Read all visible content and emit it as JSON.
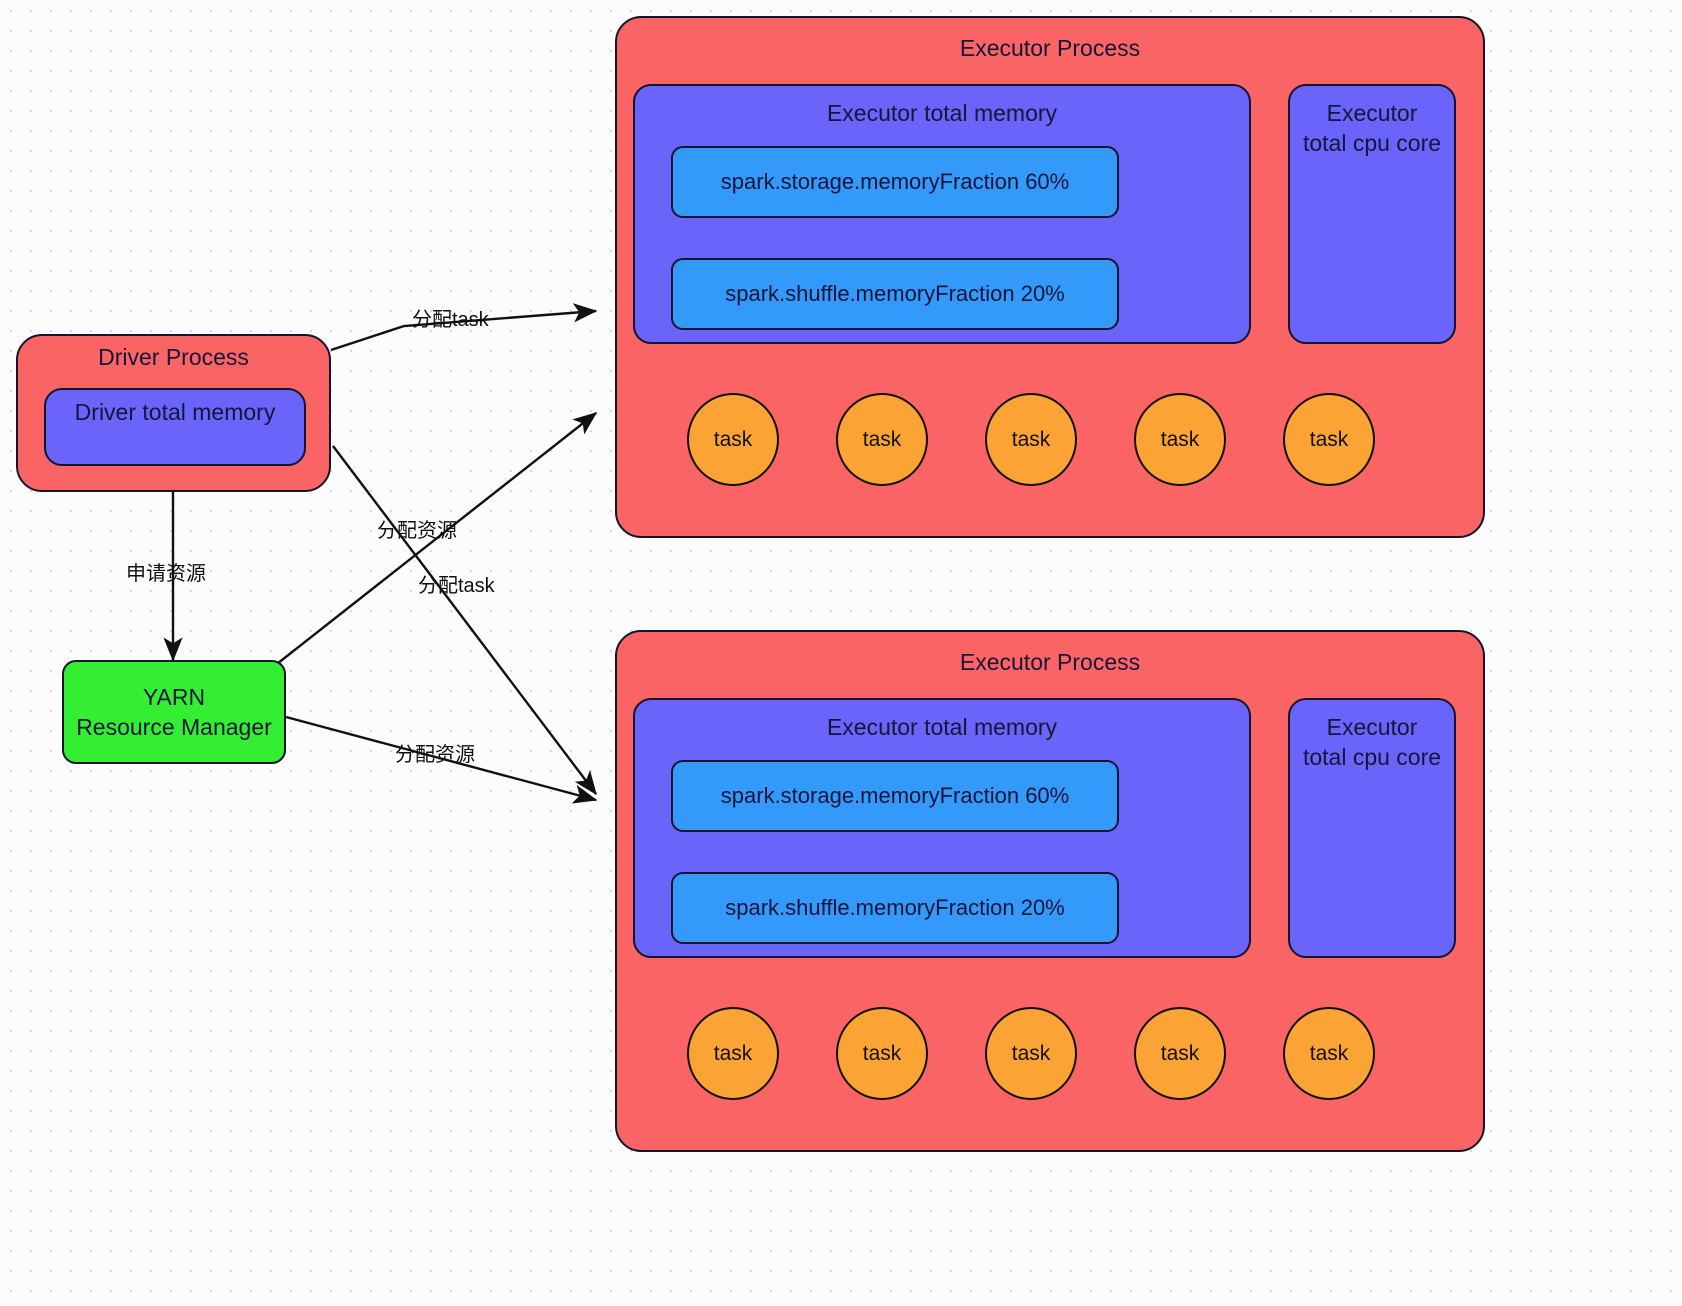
{
  "diagram": {
    "title": "Spark on YARN resource and task allocation",
    "colors": {
      "process_red": "#fa6464",
      "memory_purple": "#6a64fa",
      "fraction_blue": "#3399fb",
      "yarn_green": "#33ee33",
      "task_orange": "#fba334",
      "stroke": "#14142d",
      "background": "#fcfcfc"
    }
  },
  "driver": {
    "title": "Driver Process",
    "memory_box": "Driver total memory"
  },
  "yarn": {
    "label": "YARN\nResource Manager"
  },
  "executors": [
    {
      "title": "Executor Process",
      "memory": {
        "title": "Executor total memory",
        "fractions": [
          "spark.storage.memoryFraction 60%",
          "spark.shuffle.memoryFraction 20%"
        ]
      },
      "cpu": {
        "title": "Executor\ntotal cpu core"
      },
      "tasks": [
        "task",
        "task",
        "task",
        "task",
        "task"
      ]
    },
    {
      "title": "Executor Process",
      "memory": {
        "title": "Executor total memory",
        "fractions": [
          "spark.storage.memoryFraction 60%",
          "spark.shuffle.memoryFraction 20%"
        ]
      },
      "cpu": {
        "title": "Executor\ntotal cpu core"
      },
      "tasks": [
        "task",
        "task",
        "task",
        "task",
        "task"
      ]
    }
  ],
  "edges": [
    {
      "id": "driver-to-exec1-task",
      "label": "分配task"
    },
    {
      "id": "driver-to-yarn",
      "label": "申请资源"
    },
    {
      "id": "yarn-to-exec1",
      "label": "分配资源"
    },
    {
      "id": "driver-to-exec2-task",
      "label": "分配task"
    },
    {
      "id": "yarn-to-exec2",
      "label": "分配资源"
    }
  ]
}
